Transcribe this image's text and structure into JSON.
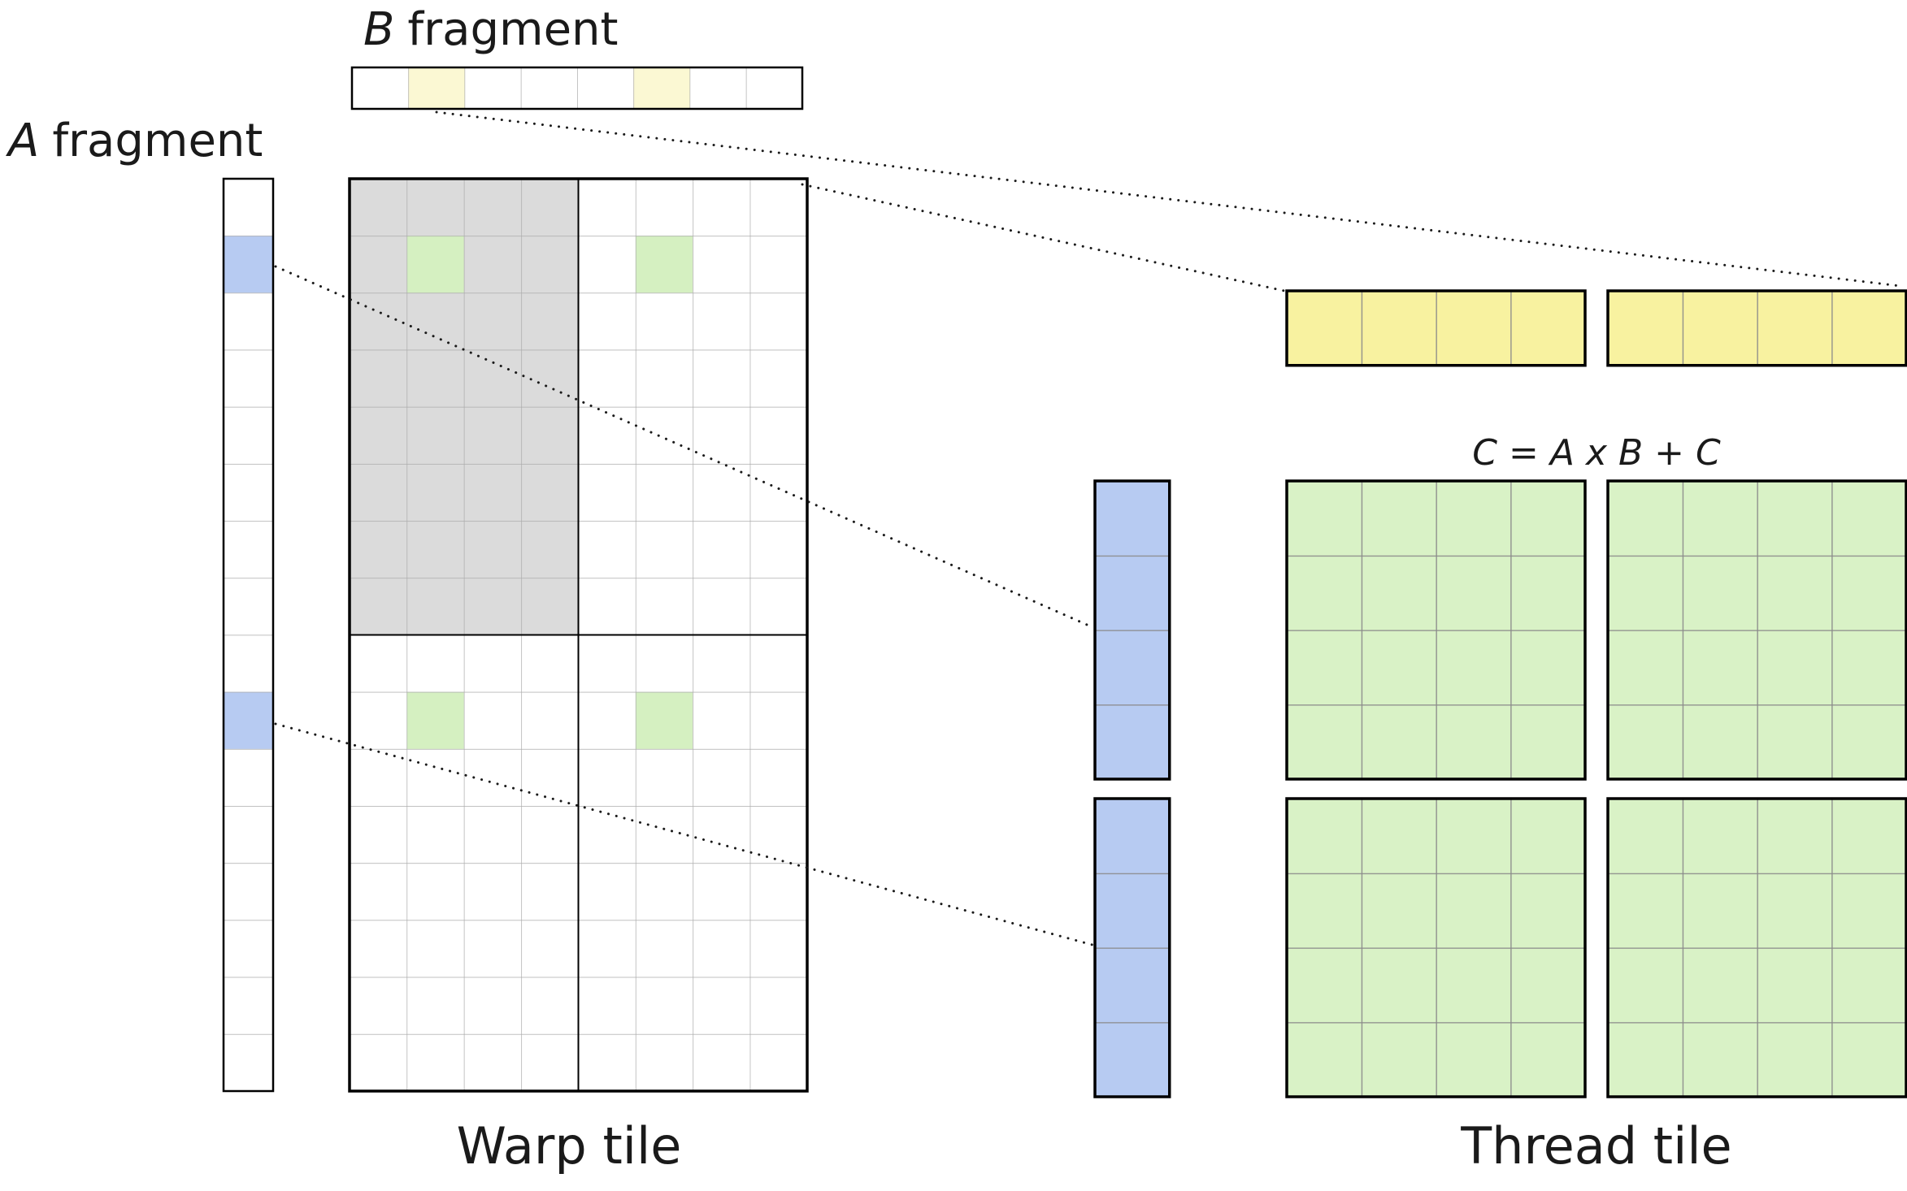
{
  "labels": {
    "a_fragment_letter": "A",
    "a_fragment_word": "fragment",
    "b_fragment_letter": "B",
    "b_fragment_word": "fragment",
    "warp_tile": "Warp tile",
    "thread_tile": "Thread tile",
    "equation": "C = A x B + C"
  },
  "colors": {
    "a_fragment_highlight": "#B7CBF2",
    "b_fragment_highlight": "#FBF8D3",
    "warp_green_cell": "#D5F0C1",
    "warp_shaded_region": "#DBDBDB",
    "zoom_b_yellow": "#F8F2A0",
    "zoom_a_blue": "#B7CBF2",
    "zoom_c_green": "#D9F2C6",
    "small_grid_line": "#ABABAB",
    "zoom_grid_line": "#8A8A8A",
    "outline": "#000000",
    "dotted_line": "#1A1A1A"
  },
  "structure": {
    "b_fragment": {
      "cells": 8,
      "highlighted_cell_indices": [
        1,
        5
      ]
    },
    "a_fragment": {
      "cells": 16,
      "highlighted_cell_indices": [
        1,
        9
      ]
    },
    "warp_tile": {
      "columns": 8,
      "rows": 16,
      "shaded_region": {
        "columns": 4,
        "rows": 8,
        "position": "top-left"
      },
      "green_cell_positions": [
        [
          1,
          1
        ],
        [
          5,
          1
        ],
        [
          1,
          9
        ],
        [
          5,
          9
        ]
      ]
    },
    "zoomed_view": {
      "b_strips": 2,
      "b_strip_cells": 4,
      "a_strips": 2,
      "a_strip_cells": 4,
      "c_tiles": 4,
      "c_tile_grid": "4x4"
    }
  }
}
